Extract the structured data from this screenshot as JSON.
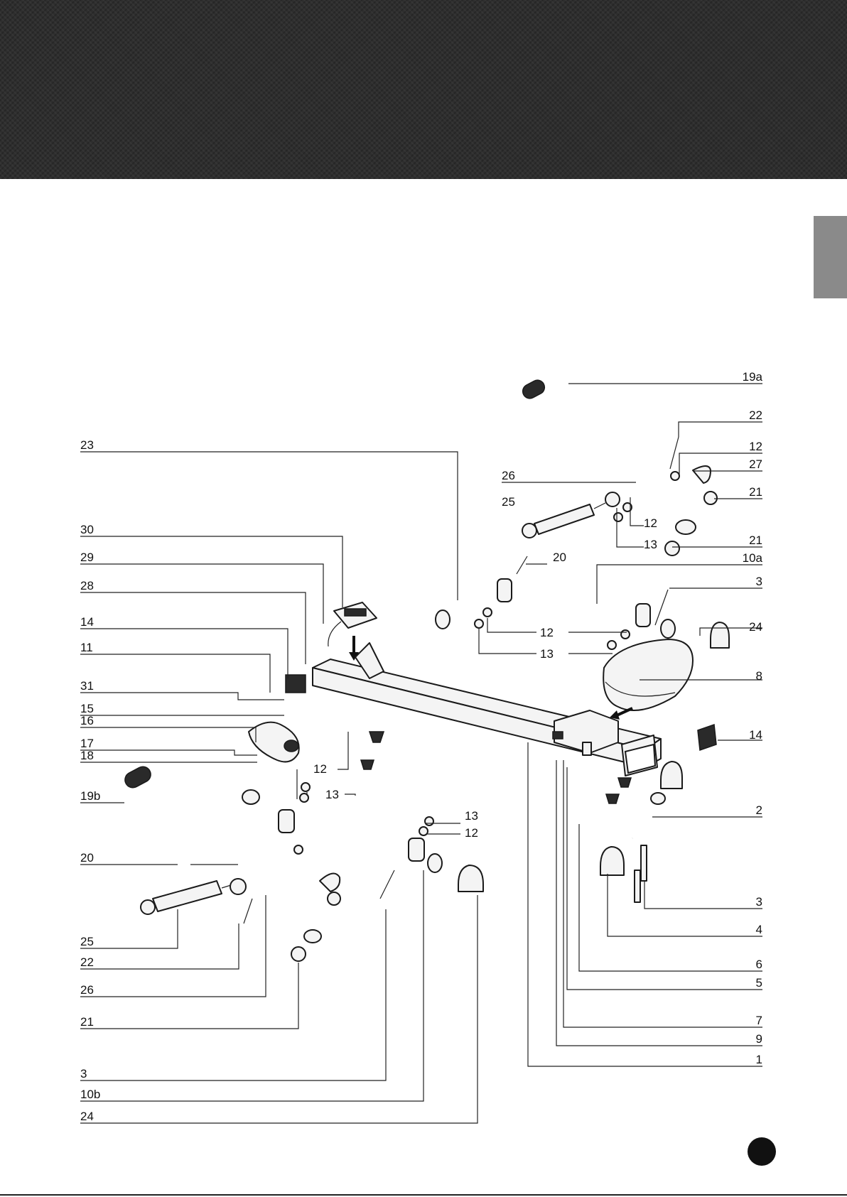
{
  "colors": {
    "header_band": "#2e2e2e",
    "side_tab": "#8a8a8a",
    "page_badge": "#111111",
    "line_art": "#1a1a1a"
  },
  "callouts": {
    "l23": "23",
    "l30": "30",
    "l29": "29",
    "l28": "28",
    "l14": "14",
    "l11": "11",
    "l31": "31",
    "l15": "15",
    "l16": "16",
    "l17": "17",
    "l18": "18",
    "l19b": "19b",
    "l20": "20",
    "l25": "25",
    "l22": "22",
    "l26": "26",
    "l21": "21",
    "l3": "3",
    "l10b": "10b",
    "l24": "24",
    "r19a": "19a",
    "r22": "22",
    "r12": "12",
    "r27": "27",
    "r21a": "21",
    "r21b": "21",
    "r10a": "10a",
    "r3a": "3",
    "r24": "24",
    "r8": "8",
    "r14": "14",
    "r2": "2",
    "r3b": "3",
    "r4": "4",
    "r6": "6",
    "r5": "5",
    "r7": "7",
    "r9": "9",
    "r1": "1",
    "m26": "26",
    "m25": "25",
    "m12a": "12",
    "m13a": "13",
    "m20": "20",
    "m12b": "12",
    "m13b": "13",
    "m12c": "12",
    "m13c": "13",
    "m13d": "13",
    "m12d": "12"
  }
}
